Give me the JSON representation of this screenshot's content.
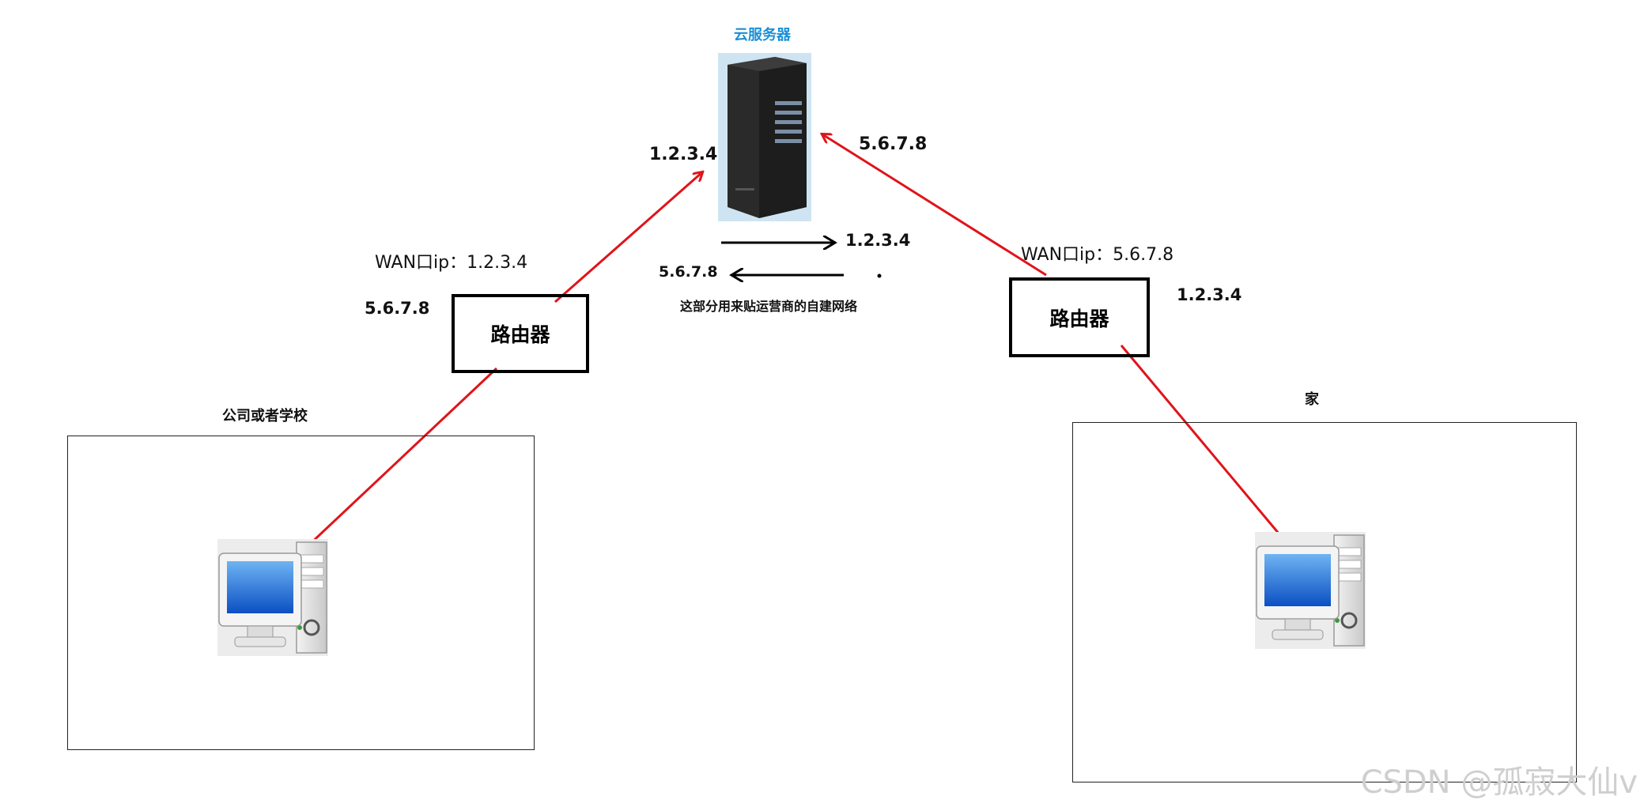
{
  "server": {
    "title": "云服务器",
    "title_color": "#1a8fd6",
    "ip_left": "1.2.3.4",
    "ip_right": "5.6.7.8"
  },
  "left_site": {
    "wan_label": "WAN口ip：1.2.3.4",
    "extra_ip": "5.6.7.8",
    "router_label": "路由器",
    "room_label": "公司或者学校"
  },
  "right_site": {
    "wan_label": "WAN口ip：5.6.7.8",
    "extra_ip": "1.2.3.4",
    "router_label": "路由器",
    "room_label": "家"
  },
  "middle": {
    "arrow_right_ip": "1.2.3.4",
    "arrow_left_ip": "5.6.7.8",
    "note": "这部分用来贴运营商的自建网络"
  },
  "colors": {
    "link": "#e0141a",
    "stroke": "#000000"
  },
  "icons": [
    "server-tower-icon",
    "desktop-computer-icon"
  ],
  "watermark": "CSDN @孤寂大仙v"
}
